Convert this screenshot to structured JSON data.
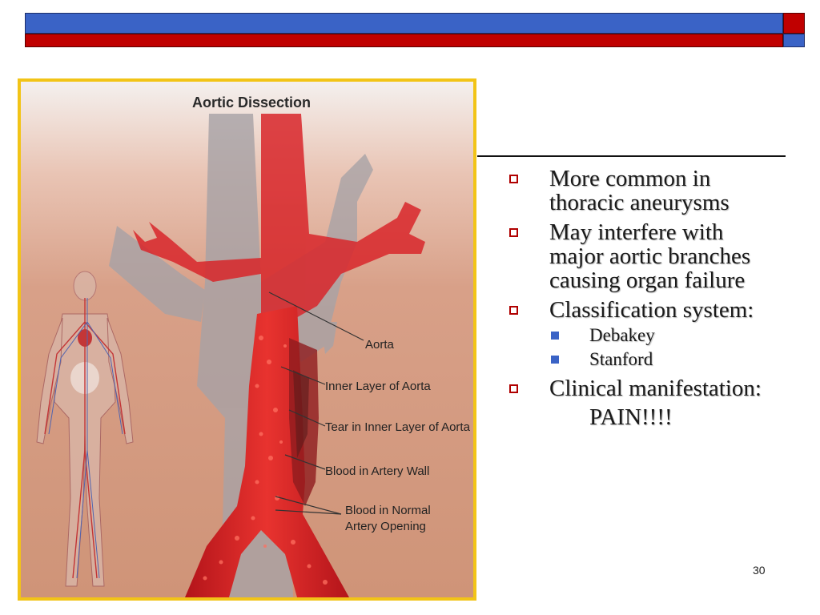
{
  "figure": {
    "title": "Aortic Dissection",
    "labels": {
      "aorta": "Aorta",
      "inner_layer": "Inner Layer of Aorta",
      "tear": "Tear in Inner Layer of Aorta",
      "blood_wall": "Blood in Artery Wall",
      "blood_normal_1": "Blood in Normal",
      "blood_normal_2": "Artery Opening"
    }
  },
  "bullets": {
    "item1_line1": "More common in",
    "item1_line2": "thoracic aneurysms",
    "item2_line1": "May interfere with",
    "item2_line2": "major aortic branches",
    "item2_line3": "causing organ failure",
    "item3": "Classification system:",
    "sub1": "Debakey",
    "sub2": "Stanford",
    "item4": "Clinical manifestation:",
    "pain": "PAIN!!!!"
  },
  "page_number": "30",
  "colors": {
    "banner_blue": "#3a63c6",
    "banner_red": "#c00000",
    "frame_yellow": "#f2c417",
    "bullet_red": "#b00000"
  }
}
